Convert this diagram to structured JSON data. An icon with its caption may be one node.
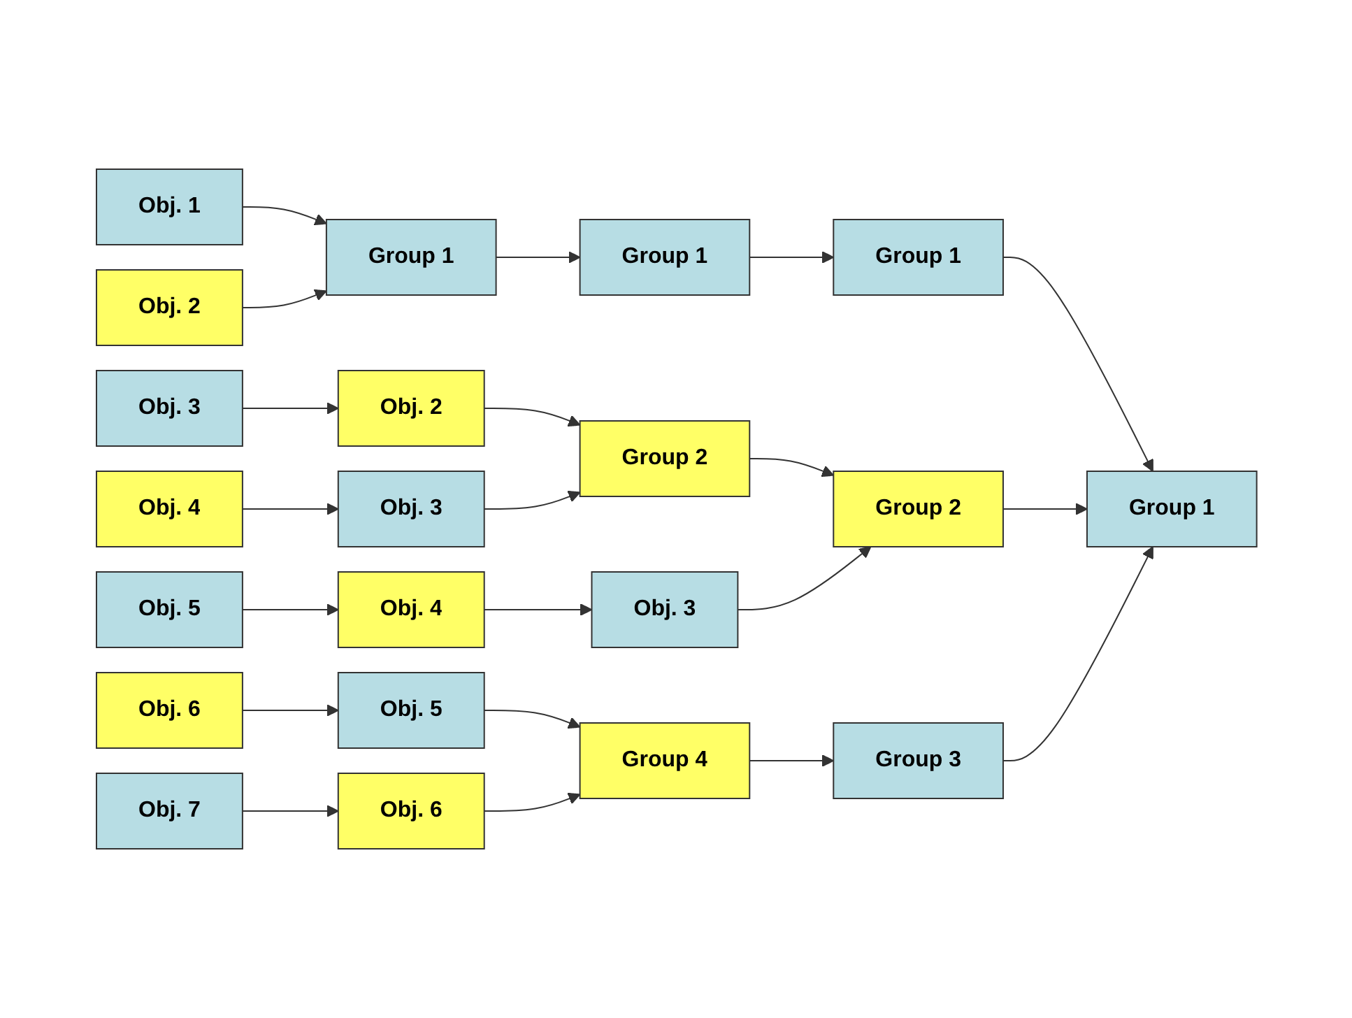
{
  "diagram": {
    "nodes": [
      {
        "text": [
          "Obj. 1"
        ]
      },
      {
        "text": [
          "Obj. 2"
        ]
      },
      {
        "text": [
          "Obj. 3"
        ]
      },
      {
        "text": [
          "Obj. 4"
        ]
      },
      {
        "text": [
          "Obj. 5"
        ]
      },
      {
        "text": [
          "Obj. 6"
        ]
      },
      {
        "text": [
          "Obj. 7"
        ]
      },
      {
        "text": [
          "Group 1"
        ]
      },
      {
        "text": [
          "Obj. 2"
        ]
      },
      {
        "text": [
          "Obj. 3"
        ]
      },
      {
        "text": [
          "Obj. 4"
        ]
      },
      {
        "text": [
          "Obj. 5"
        ]
      },
      {
        "text": [
          "Obj. 6"
        ]
      },
      {
        "text": [
          "Group 1"
        ]
      },
      {
        "text": [
          "Group 2"
        ]
      },
      {
        "text": [
          "Obj. 3"
        ]
      },
      {
        "text": [
          "Group 4"
        ]
      },
      {
        "text": [
          "Group 1"
        ]
      },
      {
        "text": [
          "Group 2"
        ]
      },
      {
        "text": [
          "Group 3"
        ]
      },
      {
        "text": [
          "Group 1"
        ]
      }
    ],
    "edges": [
      {
        "from": 0,
        "to": 7,
        "arrow": "to"
      },
      {
        "from": 1,
        "to": 7,
        "arrow": "to"
      },
      {
        "from": 2,
        "to": 8,
        "arrow": "to"
      },
      {
        "from": 3,
        "to": 9,
        "arrow": "to"
      },
      {
        "from": 4,
        "to": 10,
        "arrow": "to"
      },
      {
        "from": 5,
        "to": 11,
        "arrow": "to"
      },
      {
        "from": 6,
        "to": 12,
        "arrow": "to"
      },
      {
        "from": 7,
        "to": 13,
        "arrow": "to"
      },
      {
        "from": 8,
        "to": 14,
        "arrow": "to"
      },
      {
        "from": 9,
        "to": 14,
        "arrow": "to"
      },
      {
        "from": 10,
        "to": 15,
        "arrow": "to"
      },
      {
        "from": 11,
        "to": 16,
        "arrow": "to"
      },
      {
        "from": 12,
        "to": 16,
        "arrow": "to"
      },
      {
        "from": 13,
        "to": 17,
        "arrow": "to"
      },
      {
        "from": 14,
        "to": 18,
        "arrow": "to"
      },
      {
        "from": 15,
        "to": 18,
        "arrow": "to"
      },
      {
        "from": 16,
        "to": 19,
        "arrow": "to"
      },
      {
        "from": 17,
        "to": 20,
        "arrow": "to"
      },
      {
        "from": 18,
        "to": 20,
        "arrow": "to"
      },
      {
        "from": 19,
        "to": 20,
        "arrow": "to"
      }
    ]
  }
}
